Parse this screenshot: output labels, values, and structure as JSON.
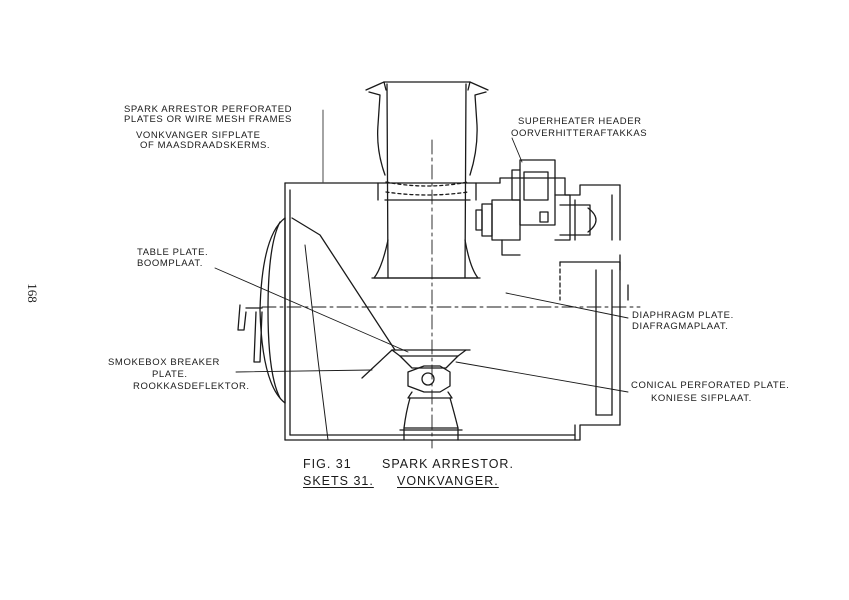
{
  "page_number": "168",
  "labels": {
    "spark_arrestor_en_1": "SPARK ARRESTOR PERFORATED",
    "spark_arrestor_en_2": "PLATES OR WIRE MESH FRAMES",
    "spark_arrestor_af_1": "VONKVANGER SIFPLATE",
    "spark_arrestor_af_2": "OF MAASDRAADSKERMS.",
    "superheater_en": "SUPERHEATER HEADER",
    "superheater_af": "OORVERHITTERAFTAKKAS",
    "table_plate_en": "TABLE PLATE.",
    "table_plate_af": "BOOMPLAAT.",
    "diaphragm_en": "DIAPHRAGM PLATE.",
    "diaphragm_af": "DIAFRAGMAPLAAT.",
    "breaker_1": "SMOKEBOX BREAKER",
    "breaker_2": "PLATE.",
    "breaker_3": "ROOKKASDEFLEKTOR.",
    "conical_en": "CONICAL PERFORATED PLATE.",
    "conical_af": "KONIESE SIFPLAAT."
  },
  "caption": {
    "fig_number": "FIG. 31",
    "fig_title": "SPARK ARRESTOR.",
    "sketch_number": "SKETS 31.",
    "sketch_title": "VONKVANGER."
  }
}
